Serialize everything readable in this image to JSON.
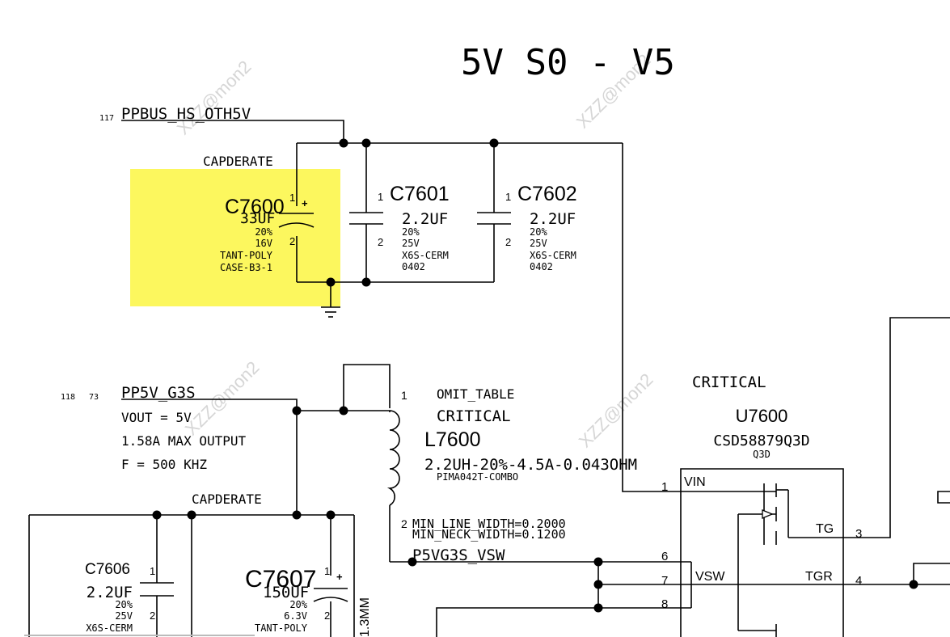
{
  "title": "5V S0 - V5",
  "watermark": "XZZ@mon2",
  "highlight_color": "#fcf75e",
  "nets": {
    "pphs": {
      "ref": "117",
      "name": "PPBUS_HS_OTH5V"
    },
    "pp5v": {
      "ref1": "118",
      "ref2": "73",
      "name": "PP5V_G3S"
    },
    "vsw": "P5VG3S_VSW"
  },
  "notes": {
    "vout": "VOUT = 5V",
    "max_out": "1.58A MAX OUTPUT",
    "freq": "F = 500 KHZ",
    "capderate_top": "CAPDERATE",
    "capderate_bottom": "CAPDERATE",
    "critical_u": "CRITICAL",
    "min_line": "MIN_LINE_WIDTH=0.2000",
    "min_neck": "MIN_NECK_WIDTH=0.1200"
  },
  "components": {
    "c7600": {
      "ref": "C7600",
      "value": "33UF",
      "tol": "20%",
      "volt": "16V",
      "type": "TANT-POLY",
      "pkg": "CASE-B3-1",
      "pin1": "1",
      "pin2": "2",
      "polarity": "+"
    },
    "c7601": {
      "ref": "C7601",
      "value": "2.2UF",
      "tol": "20%",
      "volt": "25V",
      "type": "X6S-CERM",
      "pkg": "0402",
      "pin1": "1",
      "pin2": "2"
    },
    "c7602": {
      "ref": "C7602",
      "value": "2.2UF",
      "tol": "20%",
      "volt": "25V",
      "type": "X6S-CERM",
      "pkg": "0402",
      "pin1": "1",
      "pin2": "2"
    },
    "l7600": {
      "ref": "L7600",
      "omit": "OMIT_TABLE",
      "critical": "CRITICAL",
      "value": "2.2UH-20%-4.5A-0.043OHM",
      "pkg": "PIMA042T-COMBO",
      "pin1": "1",
      "pin2": "2"
    },
    "u7600": {
      "ref": "U7600",
      "part": "CSD58879Q3D",
      "pkg": "Q3D",
      "vin": "VIN",
      "tg": "TG",
      "vsw": "VSW",
      "tgr": "TGR",
      "p1": "1",
      "p3": "3",
      "p4": "4",
      "p6": "6",
      "p7": "7",
      "p8": "8"
    },
    "c7606": {
      "ref": "C7606",
      "value": "2.2UF",
      "tol": "20%",
      "volt": "25V",
      "type": "X6S-CERM",
      "pin1": "1",
      "pin2": "2"
    },
    "c7607": {
      "ref": "C7607",
      "value": "150UF",
      "tol": "20%",
      "volt": "6.3V",
      "type": "TANT-POLY",
      "pin1": "1",
      "pin2": "2",
      "polarity": "+",
      "height": "1.3MM"
    }
  }
}
